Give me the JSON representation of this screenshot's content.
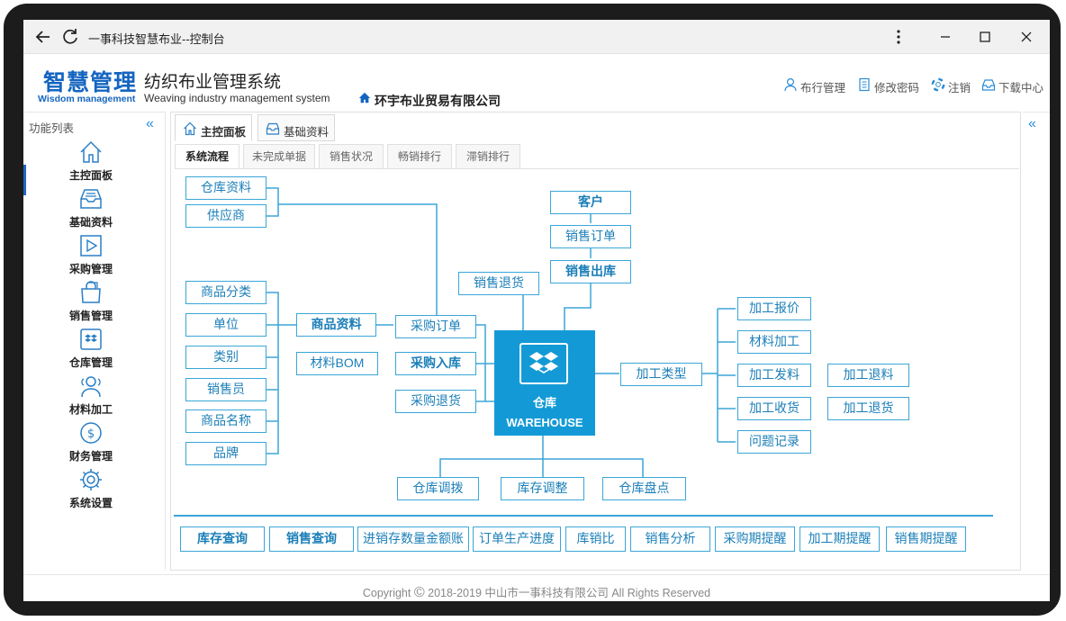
{
  "window": {
    "title": "一事科技智慧布业--控制台"
  },
  "brand": {
    "logo_cn": "智慧管理",
    "logo_en": "Wisdom management",
    "system_cn": "纺织布业管理系统",
    "system_en": "Weaving industry management system",
    "company": "环宇布业贸易有限公司",
    "accent_color": "#1565c0"
  },
  "header_links": [
    {
      "label": "布行管理",
      "icon": "user-icon"
    },
    {
      "label": "修改密码",
      "icon": "document-icon"
    },
    {
      "label": "注销",
      "icon": "lifebuoy-icon"
    },
    {
      "label": "下载中心",
      "icon": "inbox-download-icon"
    }
  ],
  "sidebar": {
    "title": "功能列表",
    "collapse": "«",
    "items": [
      {
        "label": "主控面板",
        "icon": "home-icon"
      },
      {
        "label": "基础资料",
        "icon": "inbox-icon"
      },
      {
        "label": "采购管理",
        "icon": "play-box-icon"
      },
      {
        "label": "销售管理",
        "icon": "shopping-bag-icon"
      },
      {
        "label": "仓库管理",
        "icon": "dropbox-icon"
      },
      {
        "label": "材料加工",
        "icon": "users-icon"
      },
      {
        "label": "财务管理",
        "icon": "dollar-icon"
      },
      {
        "label": "系统设置",
        "icon": "gear-icon"
      }
    ]
  },
  "main_tabs": [
    {
      "label": "主控面板",
      "active": true,
      "icon": "home-icon"
    },
    {
      "label": "基础资料",
      "active": false,
      "icon": "inbox-icon"
    }
  ],
  "sub_tabs": [
    {
      "label": "系统流程",
      "active": true
    },
    {
      "label": "未完成单据",
      "active": false
    },
    {
      "label": "销售状况",
      "active": false
    },
    {
      "label": "畅销排行",
      "active": false
    },
    {
      "label": "滞销排行",
      "active": false
    }
  ],
  "right_rail": {
    "collapse": "«"
  },
  "flow": {
    "warehouse_cn": "仓库",
    "warehouse_en": "WAREHOUSE",
    "base_group": [
      "仓库资料",
      "供应商"
    ],
    "product_group": [
      "商品分类",
      "单位",
      "类别",
      "销售员",
      "商品名称",
      "品牌"
    ],
    "product_info": "商品资料",
    "material_bom": "材料BOM",
    "purchase_order": "采购订单",
    "purchase_in": "采购入库",
    "purchase_return": "采购退货",
    "sales_return": "销售退货",
    "customer": "客户",
    "sales_order": "销售订单",
    "sales_out": "销售出库",
    "process_type": "加工类型",
    "process_group": [
      "加工报价",
      "材料加工",
      "加工发料",
      "加工收货",
      "问题记录"
    ],
    "process_return_material": "加工退料",
    "process_return_goods": "加工退货",
    "transfer": "仓库调拨",
    "stock_adjust": "库存调整",
    "stocktake": "仓库盘点",
    "bottom_buttons": [
      "库存查询",
      "销售查询",
      "进销存数量金额账",
      "订单生产进度",
      "库销比",
      "销售分析",
      "采购期提醒",
      "加工期提醒",
      "销售期提醒"
    ],
    "line_color": "#3aa6d8",
    "warehouse_color": "#139ad6"
  },
  "footer": {
    "copyright_symbol": "©",
    "text": "2018-2019 中山市一事科技有限公司 All Rights Reserved",
    "prefix": "Copyright"
  }
}
